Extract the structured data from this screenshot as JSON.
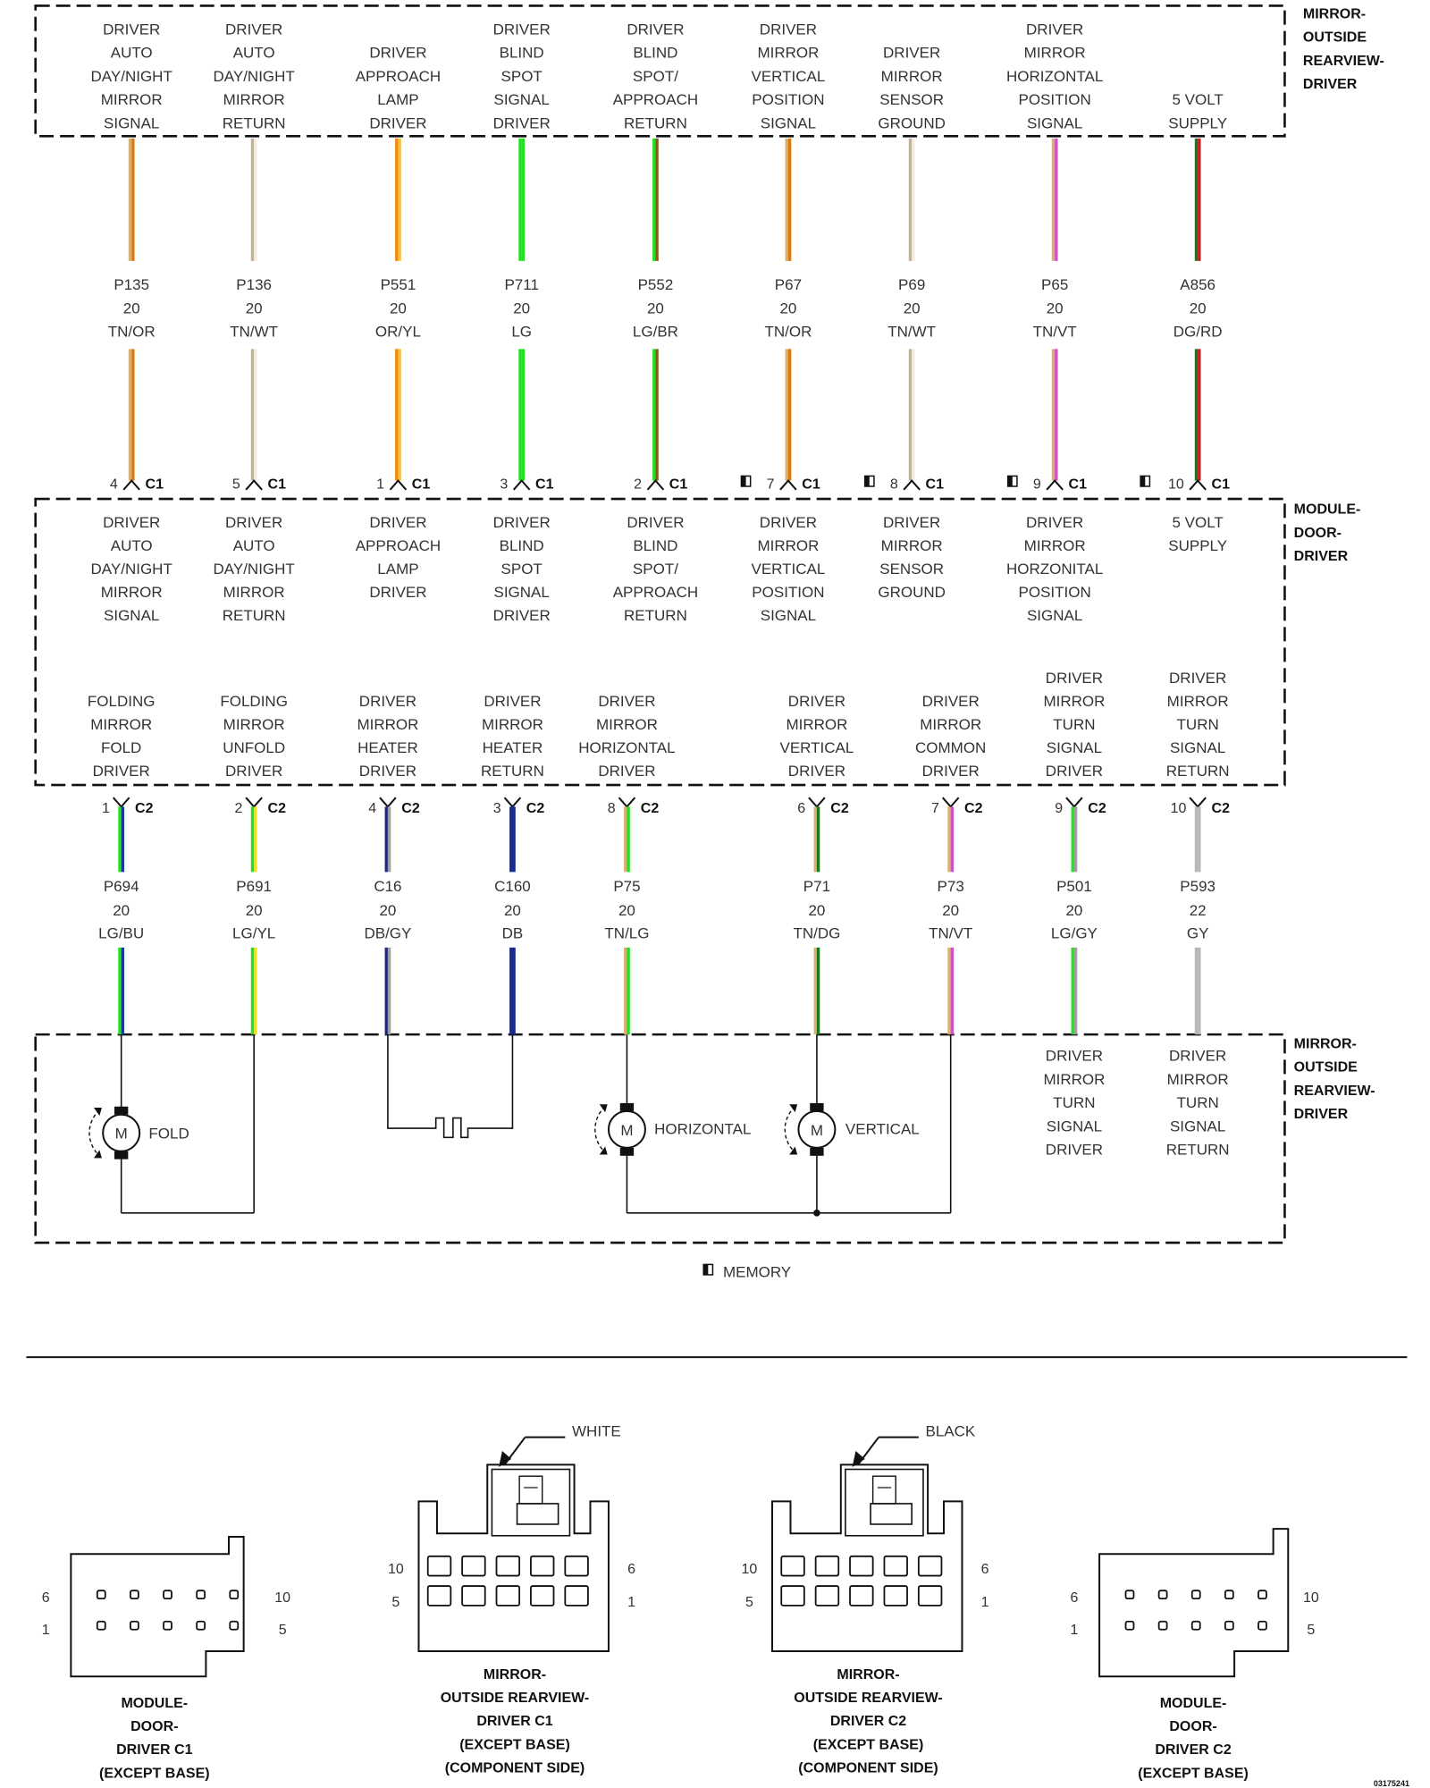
{
  "top_component": {
    "title": [
      "MIRROR-",
      "OUTSIDE",
      "REARVIEW-",
      "DRIVER"
    ]
  },
  "module_component": {
    "title": [
      "MODULE-",
      "DOOR-",
      "DRIVER"
    ]
  },
  "bottom_component": {
    "title": [
      "MIRROR-",
      "OUTSIDE",
      "REARVIEW-",
      "DRIVER"
    ]
  },
  "c1_circuits": [
    {
      "top_label": [
        "DRIVER",
        "AUTO",
        "DAY/NIGHT",
        "MIRROR",
        "SIGNAL"
      ],
      "circuit": "P135",
      "gauge": "20",
      "color_code": "TN/OR",
      "pin": "4",
      "connector": "C1",
      "memory": false,
      "module_label": [
        "DRIVER",
        "AUTO",
        "DAY/NIGHT",
        "MIRROR",
        "SIGNAL"
      ],
      "wire_colors": [
        "#d8b070",
        "#e07810"
      ]
    },
    {
      "top_label": [
        "DRIVER",
        "AUTO",
        "DAY/NIGHT",
        "MIRROR",
        "RETURN"
      ],
      "circuit": "P136",
      "gauge": "20",
      "color_code": "TN/WT",
      "pin": "5",
      "connector": "C1",
      "memory": false,
      "module_label": [
        "DRIVER",
        "AUTO",
        "DAY/NIGHT",
        "MIRROR",
        "RETURN"
      ],
      "wire_colors": [
        "#c8b090",
        "#f0ece0"
      ]
    },
    {
      "top_label": [
        "DRIVER",
        "APPROACH",
        "LAMP",
        "DRIVER"
      ],
      "circuit": "P551",
      "gauge": "20",
      "color_code": "OR/YL",
      "pin": "1",
      "connector": "C1",
      "memory": false,
      "module_label": [
        "DRIVER",
        "APPROACH",
        "LAMP",
        "DRIVER"
      ],
      "wire_colors": [
        "#f08a10",
        "#f5c040"
      ]
    },
    {
      "top_label": [
        "DRIVER",
        "BLIND",
        "SPOT",
        "SIGNAL",
        "DRIVER"
      ],
      "circuit": "P711",
      "gauge": "20",
      "color_code": "LG",
      "pin": "3",
      "connector": "C1",
      "memory": false,
      "module_label": [
        "DRIVER",
        "BLIND",
        "SPOT",
        "SIGNAL",
        "DRIVER"
      ],
      "wire_colors": [
        "#22e022",
        "#22e022"
      ]
    },
    {
      "top_label": [
        "DRIVER",
        "BLIND",
        "SPOT/",
        "APPROACH",
        "RETURN"
      ],
      "circuit": "P552",
      "gauge": "20",
      "color_code": "LG/BR",
      "pin": "2",
      "connector": "C1",
      "memory": false,
      "module_label": [
        "DRIVER",
        "BLIND",
        "SPOT/",
        "APPROACH",
        "RETURN"
      ],
      "wire_colors": [
        "#22e022",
        "#8a5a20"
      ]
    },
    {
      "top_label": [
        "DRIVER",
        "MIRROR",
        "VERTICAL",
        "POSITION",
        "SIGNAL"
      ],
      "circuit": "P67",
      "gauge": "20",
      "color_code": "TN/OR",
      "pin": "7",
      "connector": "C1",
      "memory": true,
      "module_label": [
        "DRIVER",
        "MIRROR",
        "VERTICAL",
        "POSITION",
        "SIGNAL"
      ],
      "wire_colors": [
        "#d8b070",
        "#e07810"
      ]
    },
    {
      "top_label": [
        "DRIVER",
        "MIRROR",
        "SENSOR",
        "GROUND"
      ],
      "circuit": "P69",
      "gauge": "20",
      "color_code": "TN/WT",
      "pin": "8",
      "connector": "C1",
      "memory": true,
      "module_label": [
        "DRIVER",
        "MIRROR",
        "SENSOR",
        "GROUND"
      ],
      "wire_colors": [
        "#c8b090",
        "#f0ece0"
      ]
    },
    {
      "top_label": [
        "DRIVER",
        "MIRROR",
        "HORIZONTAL",
        "POSITION",
        "SIGNAL"
      ],
      "circuit": "P65",
      "gauge": "20",
      "color_code": "TN/VT",
      "pin": "9",
      "connector": "C1",
      "memory": true,
      "module_label": [
        "DRIVER",
        "MIRROR",
        "HORZONITAL",
        "POSITION",
        "SIGNAL"
      ],
      "wire_colors": [
        "#d8b070",
        "#d050c8"
      ]
    },
    {
      "top_label": [
        "5 VOLT",
        "SUPPLY"
      ],
      "circuit": "A856",
      "gauge": "20",
      "color_code": "DG/RD",
      "pin": "10",
      "connector": "C1",
      "memory": true,
      "module_label": [
        "5 VOLT",
        "SUPPLY"
      ],
      "wire_colors": [
        "#1a7a1a",
        "#c02020"
      ]
    }
  ],
  "c2_circuits": [
    {
      "module_label": [
        "FOLDING",
        "MIRROR",
        "FOLD",
        "DRIVER"
      ],
      "circuit": "P694",
      "gauge": "20",
      "color_code": "LG/BU",
      "pin": "1",
      "connector": "C2",
      "wire_colors": [
        "#22e022",
        "#1a3aa0"
      ]
    },
    {
      "module_label": [
        "FOLDING",
        "MIRROR",
        "UNFOLD",
        "DRIVER"
      ],
      "circuit": "P691",
      "gauge": "20",
      "color_code": "LG/YL",
      "pin": "2",
      "connector": "C2",
      "wire_colors": [
        "#22e022",
        "#e8e020"
      ]
    },
    {
      "module_label": [
        "DRIVER",
        "MIRROR",
        "HEATER",
        "DRIVER"
      ],
      "circuit": "C16",
      "gauge": "20",
      "color_code": "DB/GY",
      "pin": "4",
      "connector": "C2",
      "wire_colors": [
        "#1a2a8a",
        "#a0a0a0"
      ]
    },
    {
      "module_label": [
        "DRIVER",
        "MIRROR",
        "HEATER",
        "RETURN"
      ],
      "circuit": "C160",
      "gauge": "20",
      "color_code": "DB",
      "pin": "3",
      "connector": "C2",
      "wire_colors": [
        "#1a2a8a",
        "#1a2a8a"
      ]
    },
    {
      "module_label": [
        "DRIVER",
        "MIRROR",
        "HORIZONTAL",
        "DRIVER"
      ],
      "circuit": "P75",
      "gauge": "20",
      "color_code": "TN/LG",
      "pin": "8",
      "connector": "C2",
      "wire_colors": [
        "#d8b070",
        "#22e022"
      ]
    },
    {
      "module_label": [
        "DRIVER",
        "MIRROR",
        "VERTICAL",
        "DRIVER"
      ],
      "circuit": "P71",
      "gauge": "20",
      "color_code": "TN/DG",
      "pin": "6",
      "connector": "C2",
      "wire_colors": [
        "#d8b070",
        "#1a7a1a"
      ]
    },
    {
      "module_label": [
        "DRIVER",
        "MIRROR",
        "COMMON",
        "DRIVER"
      ],
      "circuit": "P73",
      "gauge": "20",
      "color_code": "TN/VT",
      "pin": "7",
      "connector": "C2",
      "wire_colors": [
        "#d8b070",
        "#d050c8"
      ]
    },
    {
      "module_label": [
        "DRIVER",
        "MIRROR",
        "TURN",
        "SIGNAL",
        "DRIVER"
      ],
      "circuit": "P501",
      "gauge": "20",
      "color_code": "LG/GY",
      "pin": "9",
      "connector": "C2",
      "wire_colors": [
        "#22e022",
        "#a0a0a0"
      ]
    },
    {
      "module_label": [
        "DRIVER",
        "MIRROR",
        "TURN",
        "SIGNAL",
        "RETURN"
      ],
      "circuit": "P593",
      "gauge": "22",
      "color_code": "GY",
      "pin": "10",
      "connector": "C2",
      "wire_colors": [
        "#b8b8b8",
        "#b8b8b8"
      ]
    }
  ],
  "bottom_turn_labels": [
    [
      "DRIVER",
      "MIRROR",
      "TURN",
      "SIGNAL",
      "DRIVER"
    ],
    [
      "DRIVER",
      "MIRROR",
      "TURN",
      "SIGNAL",
      "RETURN"
    ]
  ],
  "motors": [
    {
      "symbol": "M",
      "label": "FOLD"
    },
    {
      "symbol": "M",
      "label": "HORIZONTAL"
    },
    {
      "symbol": "M",
      "label": "VERTICAL"
    }
  ],
  "legend": {
    "memory": "MEMORY"
  },
  "connector_views": [
    {
      "title": [
        "MODULE-",
        "DOOR-",
        "DRIVER C1",
        "(EXCEPT BASE)"
      ],
      "pins": {
        "tl": "6",
        "tr": "10",
        "bl": "1",
        "br": "5"
      },
      "latch": ""
    },
    {
      "title": [
        "MIRROR-",
        "OUTSIDE REARVIEW-",
        "DRIVER C1",
        "(EXCEPT BASE)",
        "(COMPONENT SIDE)"
      ],
      "pins": {
        "tl": "10",
        "tr": "6",
        "bl": "5",
        "br": "1"
      },
      "latch": "WHITE"
    },
    {
      "title": [
        "MIRROR-",
        "OUTSIDE REARVIEW-",
        "DRIVER C2",
        "(EXCEPT BASE)",
        "(COMPONENT SIDE)"
      ],
      "pins": {
        "tl": "10",
        "tr": "6",
        "bl": "5",
        "br": "1"
      },
      "latch": "BLACK"
    },
    {
      "title": [
        "MODULE-",
        "DOOR-",
        "DRIVER C2",
        "(EXCEPT BASE)"
      ],
      "pins": {
        "tl": "6",
        "tr": "10",
        "bl": "1",
        "br": "5"
      },
      "latch": ""
    }
  ],
  "figure_id": "03175241"
}
